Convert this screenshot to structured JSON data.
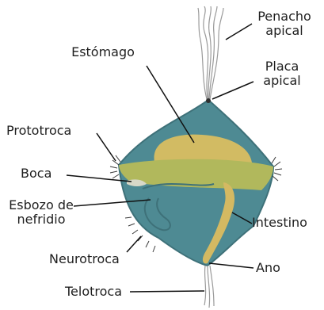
{
  "labels": {
    "penacho": [
      "Penacho",
      "apical"
    ],
    "estomago": "Estómago",
    "placa": [
      "Placa",
      "apical"
    ],
    "prototroca": "Prototroca",
    "boca": "Boca",
    "esbozo": [
      "Esbozo de",
      "nefridio"
    ],
    "intestino": "Intestino",
    "neurotroca": "Neurotroca",
    "ano": "Ano",
    "telotroca": "Telotroca"
  },
  "colors": {
    "body": "#4e8a93",
    "body_outline": "#3e7179",
    "stomach": "#d2bb63",
    "band": "#b1b85c",
    "intestine": "#d4b962",
    "cilia": "#3a3a3a",
    "leader": "#111111",
    "text": "#1e1e1e"
  }
}
